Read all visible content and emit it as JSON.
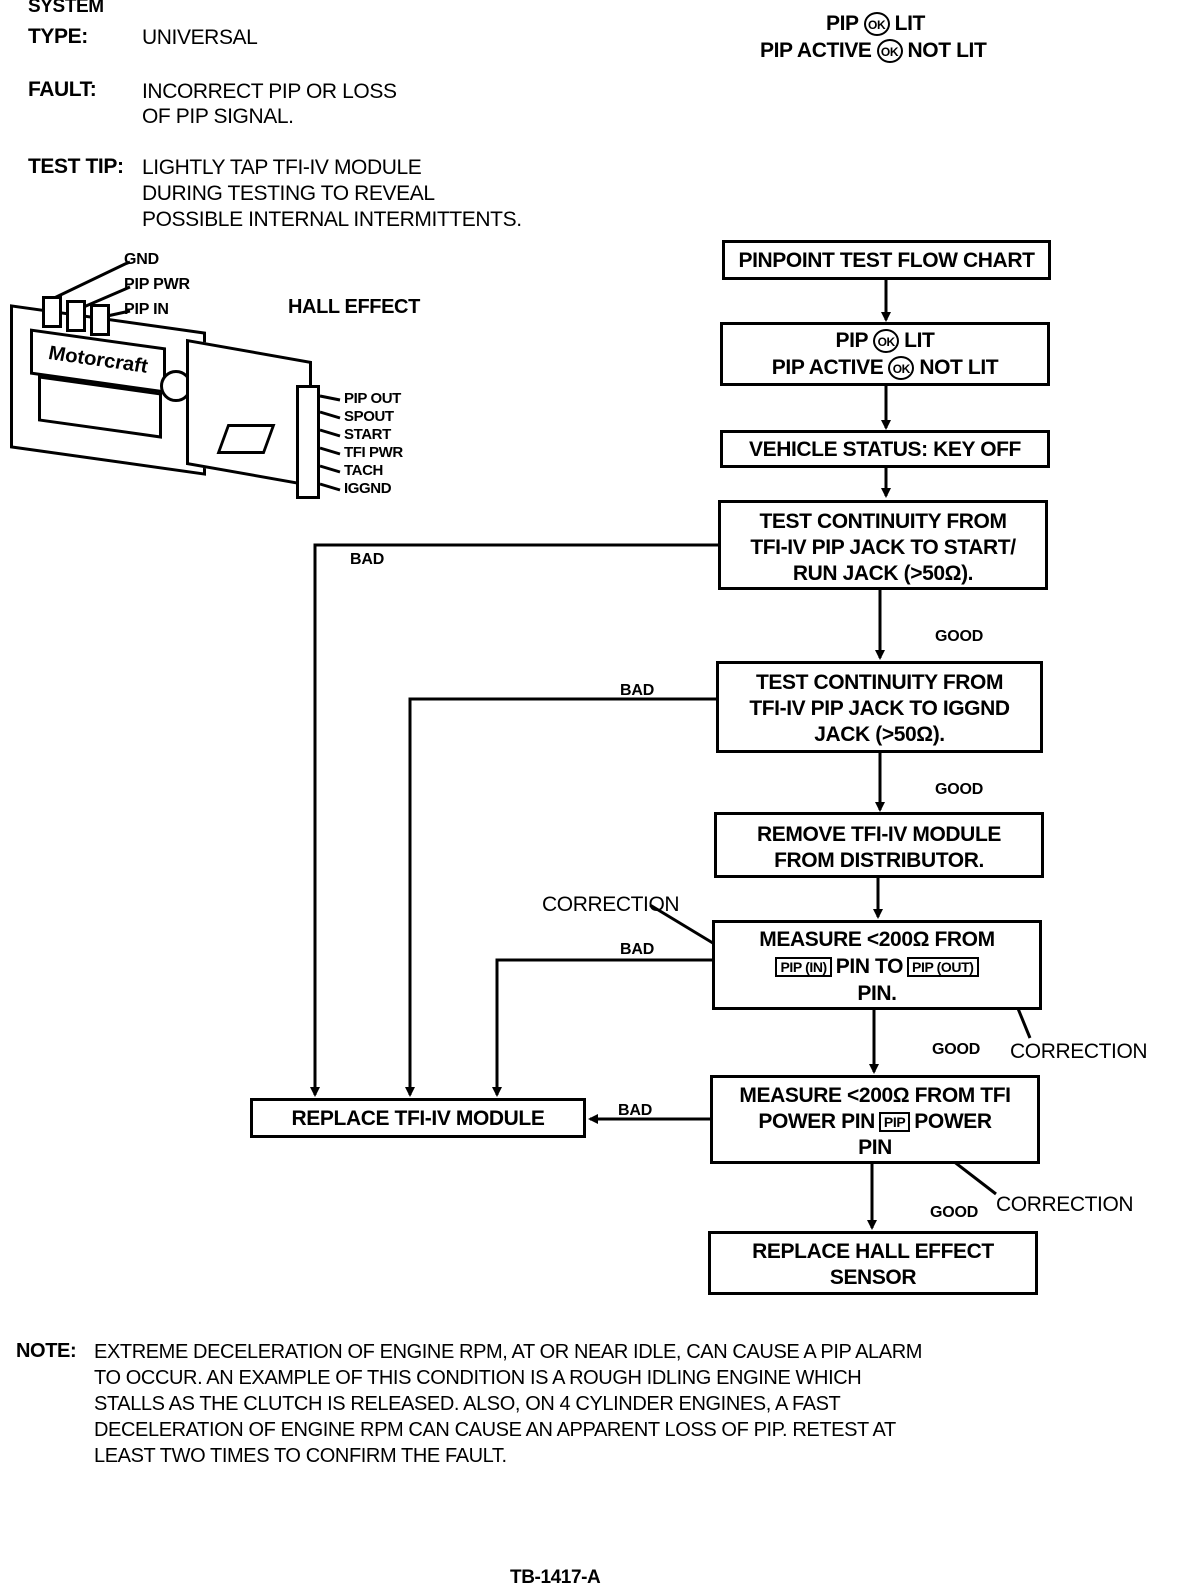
{
  "header": {
    "system_label": "SYSTEM",
    "type_label": "TYPE:",
    "type_value": "UNIVERSAL",
    "fault_label": "FAULT:",
    "fault_line1": "INCORRECT PIP OR LOSS",
    "fault_line2": "OF PIP SIGNAL.",
    "tip_label": "TEST TIP:",
    "tip_line1": "LIGHTLY TAP TFI-IV MODULE",
    "tip_line2": "DURING TESTING TO REVEAL",
    "tip_line3": "POSSIBLE INTERNAL INTERMITTENTS."
  },
  "legend": {
    "pip": "PIP",
    "lit": "LIT",
    "pip_active": "PIP ACTIVE",
    "not_lit": "NOT LIT",
    "ok": "OK"
  },
  "module": {
    "title": "HALL EFFECT",
    "brand": "Motorcraft",
    "top_pins": [
      "GND",
      "PIP PWR",
      "PIP IN"
    ],
    "side_pins": [
      "PIP OUT",
      "SPOUT",
      "START",
      "TFI PWR",
      "TACH",
      "IGGND"
    ]
  },
  "flow": {
    "title": "PINPOINT TEST FLOW CHART",
    "pip": "PIP",
    "lit": "LIT",
    "pip_active": "PIP ACTIVE",
    "not_lit": "NOT LIT",
    "ok": "OK",
    "vehicle_status": "VEHICLE STATUS:  KEY OFF",
    "test1": [
      "TEST CONTINUITY FROM",
      "TFI-IV PIP JACK TO START/",
      "RUN JACK (>50Ω)."
    ],
    "test2": [
      "TEST CONTINUITY FROM",
      "TFI-IV PIP JACK TO IGGND",
      "JACK (>50Ω)."
    ],
    "remove": [
      "REMOVE TFI-IV MODULE",
      "FROM DISTRIBUTOR."
    ],
    "measure1_line1": "MEASURE <200Ω FROM",
    "measure1_pin_a": "PIP (IN)",
    "measure1_mid": "PIN TO",
    "measure1_pin_b": "PIP (OUT)",
    "measure1_line3": "PIN.",
    "measure2_line1": "MEASURE <200Ω FROM TFI",
    "measure2_pre": "POWER PIN",
    "measure2_pin": "PIP",
    "measure2_post": "POWER",
    "measure2_line3": "PIN",
    "replace_module": "REPLACE TFI-IV MODULE",
    "replace_sensor": [
      "REPLACE HALL EFFECT",
      "SENSOR"
    ],
    "bad": "BAD",
    "good": "GOOD",
    "correction": "CORRECTION"
  },
  "note": {
    "label": "NOTE:",
    "lines": [
      "EXTREME DECELERATION OF ENGINE RPM, AT OR NEAR IDLE, CAN CAUSE A PIP ALARM",
      "TO OCCUR.  AN EXAMPLE OF THIS CONDITION IS A ROUGH IDLING ENGINE WHICH",
      "STALLS AS THE CLUTCH IS RELEASED.  ALSO, ON 4 CYLINDER ENGINES, A FAST",
      "DECELERATION OF ENGINE RPM CAN CAUSE AN APPARENT LOSS OF PIP.  RETEST AT",
      "LEAST TWO TIMES TO CONFIRM THE FAULT."
    ]
  },
  "figure_id": "TB-1417-A"
}
